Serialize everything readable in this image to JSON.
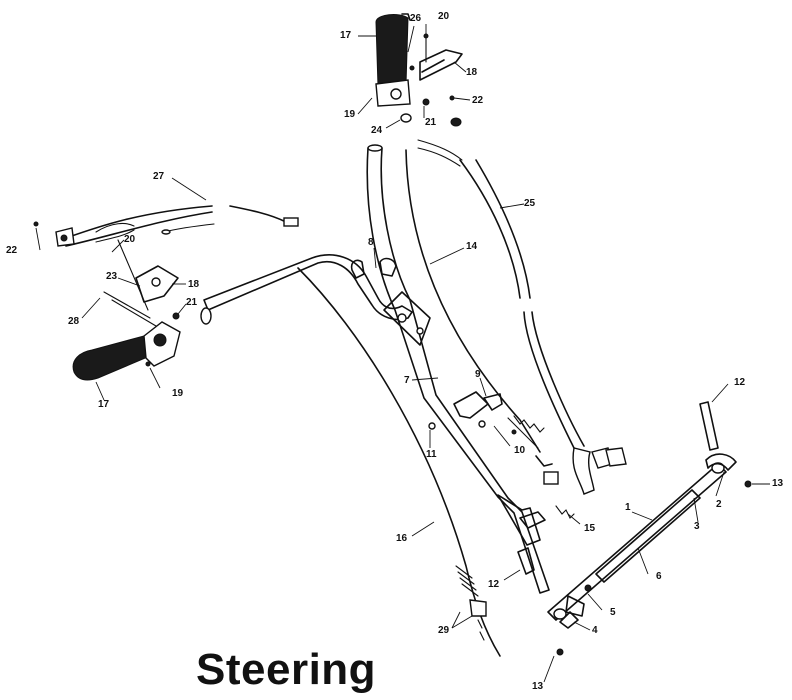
{
  "title": "Steering",
  "callouts": [
    "17",
    "26",
    "20",
    "18",
    "22",
    "19",
    "21",
    "24",
    "25",
    "27",
    "8",
    "14",
    "22",
    "20",
    "23",
    "18",
    "21",
    "28",
    "7",
    "9",
    "12",
    "11",
    "10",
    "17",
    "19",
    "13",
    "2",
    "3",
    "1",
    "15",
    "16",
    "6",
    "12",
    "5",
    "4",
    "29",
    "13"
  ]
}
